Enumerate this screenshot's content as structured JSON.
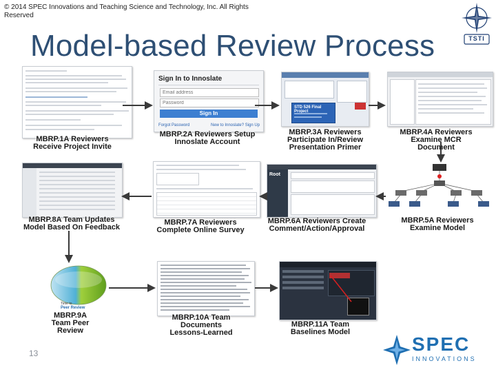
{
  "header": {
    "copyright": "© 2014 SPEC Innovations and Teaching Science and Technology, Inc. All Rights Reserved",
    "title": "Model-based Review Process",
    "badge_text": "TSTI"
  },
  "steps": [
    {
      "caption": "MBRP.1A Reviewers Receive Project Invite"
    },
    {
      "caption": "MBRP.2A Reviewers Setup Innoslate Account",
      "signin_heading": "Sign In to Innoslate",
      "email_placeholder": "Email address",
      "password_placeholder": "Password",
      "signin_button": "Sign In",
      "forgot_link": "Forgot Password",
      "new_link": "New to Innoslate? Sign Up"
    },
    {
      "caption": "MBRP.3A Reviewers Participate In/Review Presentation Primer",
      "popup_title": "STD 526 Final Project"
    },
    {
      "caption": "MBRP.4A Reviewers Examine MCR Document"
    },
    {
      "caption": "MBRP.5A Reviewers Examine Model"
    },
    {
      "caption": "MBRP.6A Reviewers Create Comment/Action/Approval",
      "sidebar_label": "Root"
    },
    {
      "caption": "MBRP.7A Reviewers Complete Online Survey"
    },
    {
      "caption": "MBRP.8A Team Updates Model Based On Feedback"
    },
    {
      "caption": "MBRP.9A Team Peer Review",
      "logo_small": "Time to",
      "logo_text": "Peer Review"
    },
    {
      "caption": "MBRP.10A Team Documents Lessons-Learned"
    },
    {
      "caption": "MBRP.11A Team Baselines Model"
    }
  ],
  "footer": {
    "page_number": "13",
    "logo_name": "SPEC",
    "logo_sub": "INNOVATIONS"
  },
  "colors": {
    "title": "#2e4f74",
    "connector": "#3a3a3a",
    "logo_blue": "#1f6fb2"
  }
}
